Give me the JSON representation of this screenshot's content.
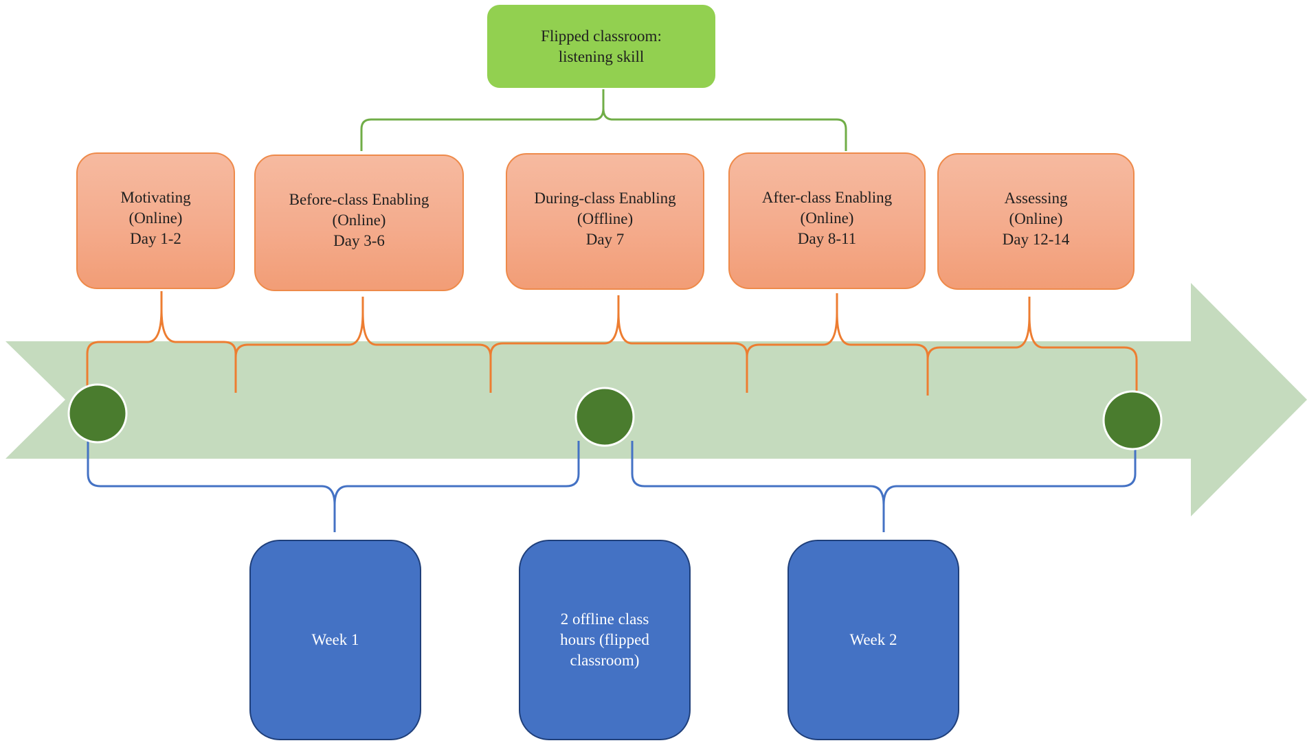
{
  "root": {
    "line1": "Flipped classroom:",
    "line2": "listening skill"
  },
  "phases": [
    {
      "title": "Motivating",
      "mode": "(Online)",
      "days": "Day 1-2"
    },
    {
      "title": "Before-class Enabling",
      "mode": "(Online)",
      "days": "Day 3-6"
    },
    {
      "title": "During-class Enabling",
      "mode": "(Offline)",
      "days": "Day 7"
    },
    {
      "title": "After-class Enabling",
      "mode": "(Online)",
      "days": "Day 8-11"
    },
    {
      "title": "Assessing",
      "mode": "(Online)",
      "days": "Day 12-14"
    }
  ],
  "weeks": {
    "week1": "Week 1",
    "offline": {
      "line1": "2 offline class",
      "line2": "hours (flipped",
      "line3": "classroom)"
    },
    "week2": "Week 2"
  },
  "colors": {
    "root_fill": "#92d050",
    "phase_fill": "#f4ab8c",
    "phase_border": "#ee8a4a",
    "arrow_fill": "#c5dbbe",
    "milestone_fill": "#4a7c2e",
    "week_fill": "#4472c4",
    "green_connector": "#70ad47",
    "orange_bracket": "#ed7d31",
    "blue_bracket": "#4472c4"
  }
}
